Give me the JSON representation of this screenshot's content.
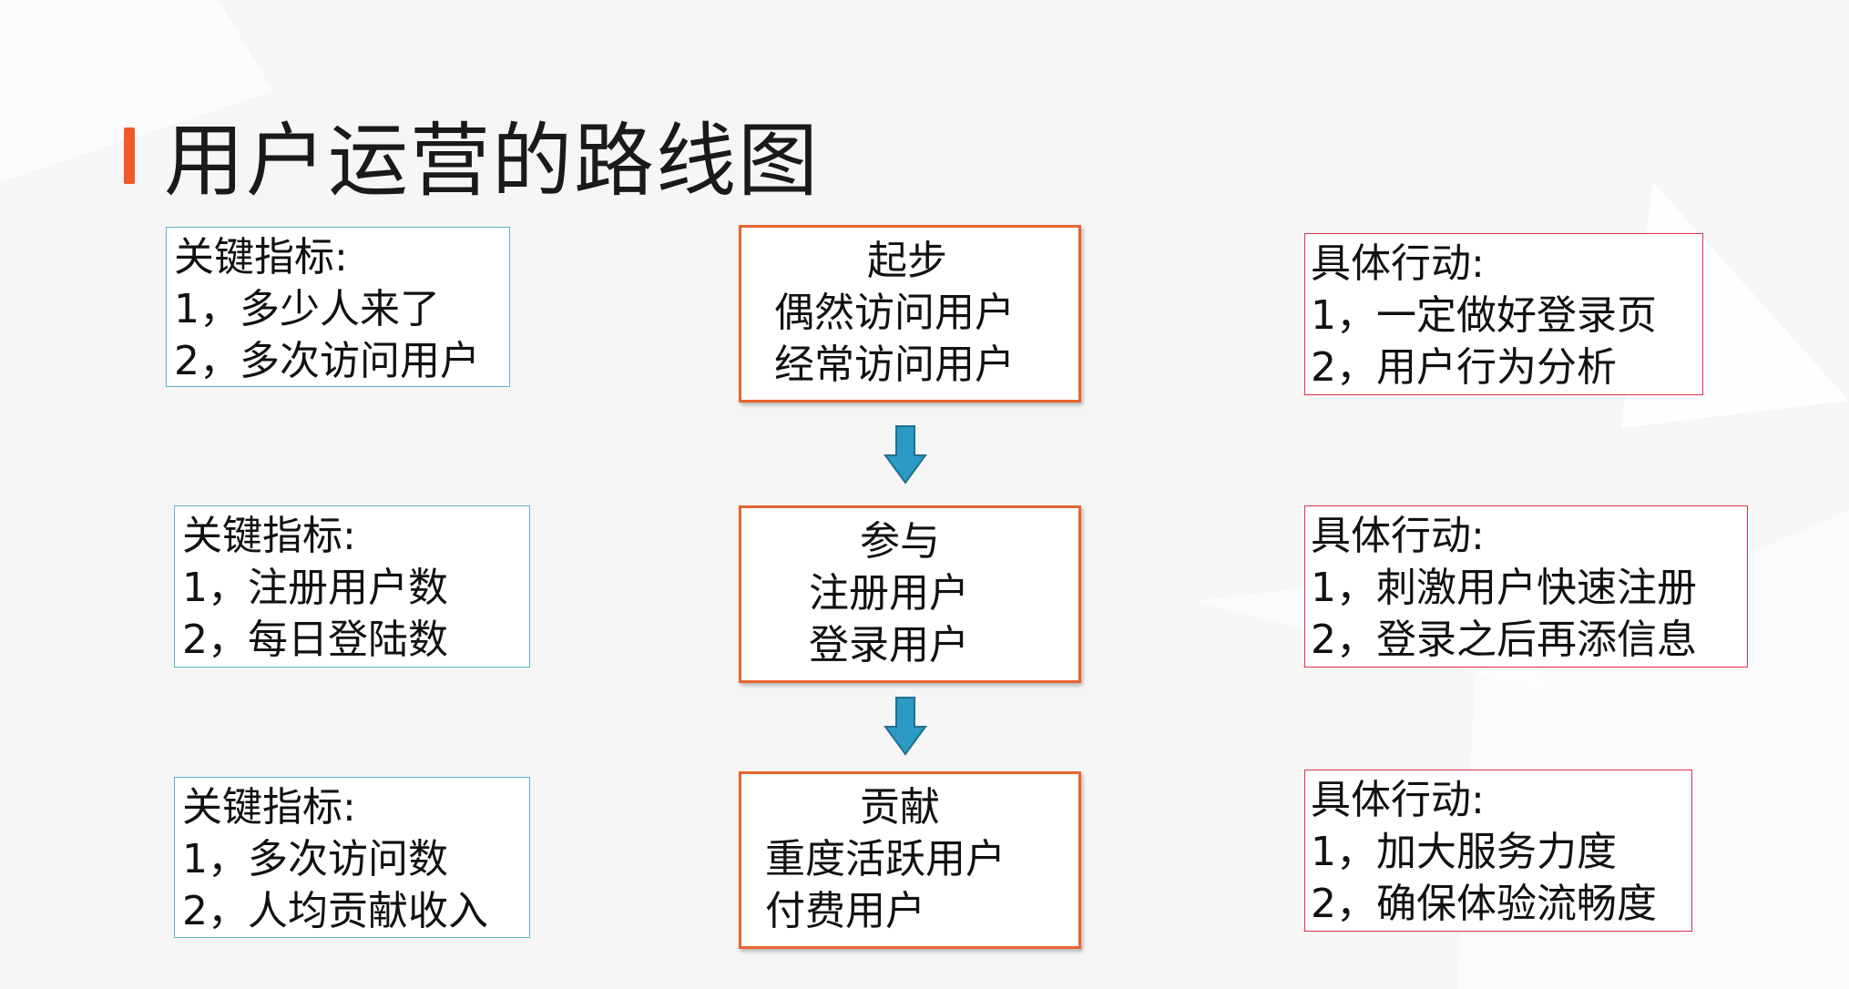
{
  "colors": {
    "background": "#f6f6f6",
    "accent": "#f05a28",
    "stage_border": "#e8642e",
    "metric_border": "#5fb3c9",
    "action_border": "#e0304a",
    "arrow_fill": "#2b9ac4",
    "arrow_stroke": "#1e7190",
    "bg_shape": "#ffffff"
  },
  "title": "用户运营的路线图",
  "rows": [
    {
      "metrics": {
        "heading": "关键指标:",
        "items": [
          "1，多少人来了",
          "2，多次访问用户"
        ]
      },
      "stage": {
        "name": "起步",
        "items": [
          "偶然访问用户",
          "经常访问用户"
        ]
      },
      "actions": {
        "heading": "具体行动:",
        "items": [
          "1，一定做好登录页",
          "2，用户行为分析"
        ]
      }
    },
    {
      "metrics": {
        "heading": "关键指标:",
        "items": [
          "1，注册用户数",
          "2，每日登陆数"
        ]
      },
      "stage": {
        "name": "参与",
        "items": [
          "注册用户",
          "登录用户"
        ]
      },
      "actions": {
        "heading": "具体行动:",
        "items": [
          "1，刺激用户快速注册",
          "2，登录之后再添信息"
        ]
      }
    },
    {
      "metrics": {
        "heading": "关键指标:",
        "items": [
          "1，多次访问数",
          "2，人均贡献收入"
        ]
      },
      "stage": {
        "name": "贡献",
        "items": [
          "重度活跃用户",
          "付费用户"
        ]
      },
      "actions": {
        "heading": "具体行动:",
        "items": [
          "1，加大服务力度",
          "2，确保体验流畅度"
        ]
      }
    }
  ]
}
